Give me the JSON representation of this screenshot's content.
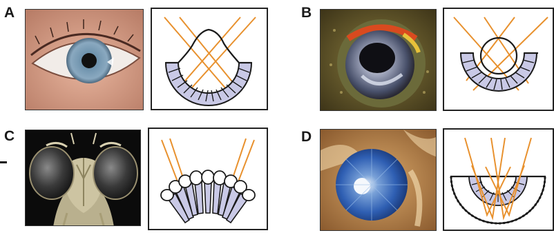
{
  "panels": [
    {
      "label": "A",
      "photo_icon": "human-eye-photo",
      "diagram_icon": "camera-type-eye-diagram"
    },
    {
      "label": "B",
      "photo_icon": "fish-eye-photo",
      "diagram_icon": "spherical-lens-eye-diagram"
    },
    {
      "label": "C",
      "photo_icon": "fly-compound-eye-photo",
      "diagram_icon": "apposition-compound-eye-diagram"
    },
    {
      "label": "D",
      "photo_icon": "scallop-eye-photo",
      "diagram_icon": "concave-mirror-eye-diagram"
    }
  ],
  "colors": {
    "light_ray": "#e8912e",
    "retina": "#c9c9e6",
    "outline": "#1a1a1a"
  }
}
